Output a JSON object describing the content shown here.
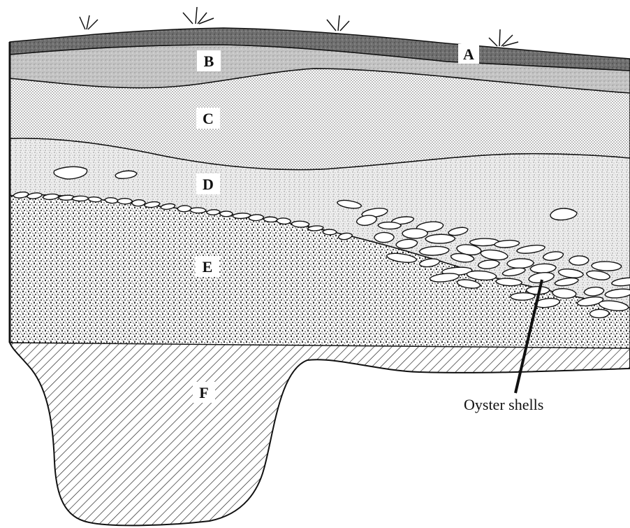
{
  "layers": {
    "a": {
      "label": "A"
    },
    "b": {
      "label": "B"
    },
    "c": {
      "label": "C"
    },
    "d": {
      "label": "D"
    },
    "e": {
      "label": "E"
    },
    "f": {
      "label": "F"
    }
  },
  "callout": {
    "text": "Oyster shells"
  }
}
